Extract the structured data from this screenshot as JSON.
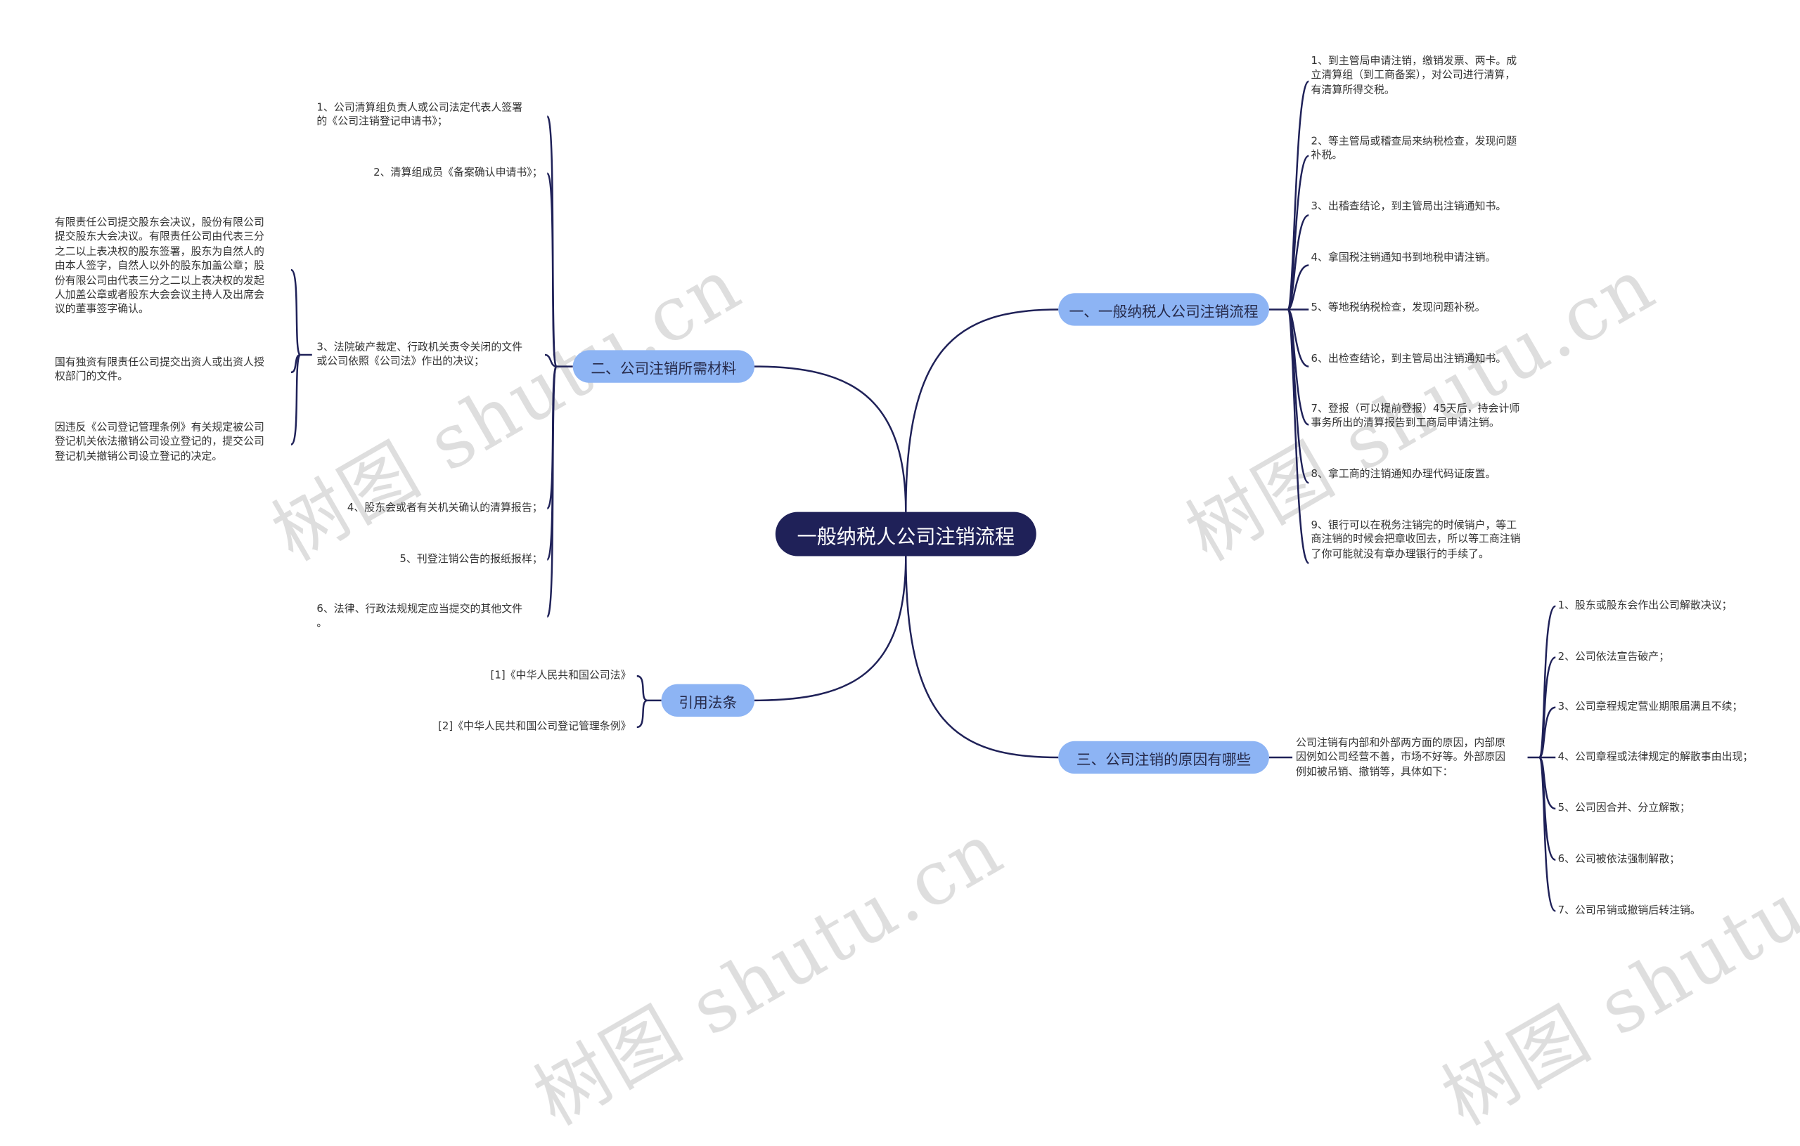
{
  "root": {
    "label": "一般纳税人公司注销流程"
  },
  "watermark": "树图 shutu.cn",
  "branch1": {
    "label": "一、一般纳税人公司注销流程",
    "items": [
      "1、到主管局申请注销，缴销发票、两卡。成\n立清算组（到工商备案），对公司进行清算，\n有清算所得交税。",
      "2、等主管局或稽查局来纳税检查，发现问题\n补税。",
      "3、出稽查结论，到主管局出注销通知书。",
      "4、拿国税注销通知书到地税申请注销。",
      "5、等地税纳税检查，发现问题补税。",
      "6、出检查结论，到主管局出注销通知书。",
      "7、登报（可以提前登报）45天后，持会计师\n事务所出的清算报告到工商局申请注销。",
      "8、拿工商的注销通知办理代码证废置。",
      "9、银行可以在税务注销完的时候销户，等工\n商注销的时候会把章收回去，所以等工商注销\n了你可能就没有章办理银行的手续了。"
    ]
  },
  "branch2": {
    "label": "二、公司注销所需材料",
    "items": [
      "1、公司清算组负责人或公司法定代表人签署\n的《公司注销登记申请书》；",
      "2、清算组成员《备案确认申请书》；",
      "3、法院破产裁定、行政机关责令关闭的文件\n或公司依照《公司法》作出的决议；",
      "4、股东会或者有关机关确认的清算报告；",
      "5、刊登注销公告的报纸报样；",
      "6、法律、行政法规规定应当提交的其他文件\n。"
    ],
    "sub_items": [
      "有限责任公司提交股东会决议，股份有限公司\n提交股东大会决议。有限责任公司由代表三分\n之二以上表决权的股东签署，股东为自然人的\n由本人签字，自然人以外的股东加盖公章；股\n份有限公司由代表三分之二以上表决权的发起\n人加盖公章或者股东大会会议主持人及出席会\n议的董事签字确认。",
      "国有独资有限责任公司提交出资人或出资人授\n权部门的文件。",
      "因违反《公司登记管理条例》有关规定被公司\n登记机关依法撤销公司设立登记的，提交公司\n登记机关撤销公司设立登记的决定。"
    ]
  },
  "branch3": {
    "label": "三、公司注销的原因有哪些",
    "intro": "公司注销有内部和外部两方面的原因，内部原\n因例如公司经营不善，市场不好等。外部原因\n例如被吊销、撤销等，具体如下：",
    "items": [
      "1、股东或股东会作出公司解散决议；",
      "2、公司依法宣告破产；",
      "3、公司章程规定营业期限届满且不续；",
      "4、公司章程或法律规定的解散事由出现；",
      "5、公司因合并、分立解散；",
      "6、公司被依法强制解散；",
      "7、公司吊销或撤销后转注销。"
    ]
  },
  "branch4": {
    "label": "引用法条",
    "items": [
      "[1]《中华人民共和国公司法》",
      "[2]《中华人民共和国公司登记管理条例》"
    ]
  },
  "colors": {
    "root": "#1f2158",
    "branch": "#8db4f4",
    "line": "#1f2158"
  }
}
